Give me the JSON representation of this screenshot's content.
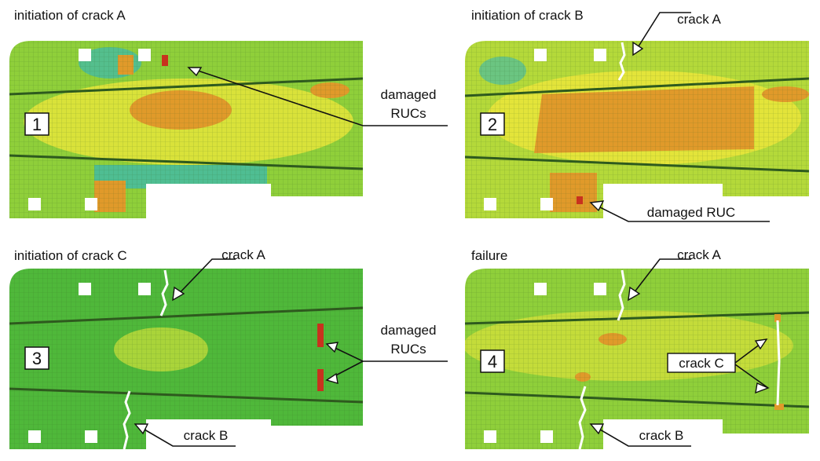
{
  "panels": [
    {
      "caption": "initiation of crack A",
      "number": "1"
    },
    {
      "caption": "initiation of crack B",
      "number": "2"
    },
    {
      "caption": "initiation of crack C",
      "number": "3"
    },
    {
      "caption": "failure",
      "number": "4"
    }
  ],
  "labels": {
    "damaged_rucs_top": "damaged RUCs",
    "damaged_rucs_bottom": "damaged RUCs",
    "damaged_ruc": "damaged RUC",
    "crack_a_2": "crack A",
    "crack_a_3": "crack A",
    "crack_a_4": "crack A",
    "crack_b_3": "crack B",
    "crack_b_4": "crack B",
    "crack_c_4": "crack C"
  },
  "colors": {
    "green": "#4fb83a",
    "yellow_green": "#a9d43a",
    "yellow": "#e3e43a",
    "orange": "#e09a2a",
    "cyan": "#3ab8b0",
    "red": "#c8321e"
  }
}
